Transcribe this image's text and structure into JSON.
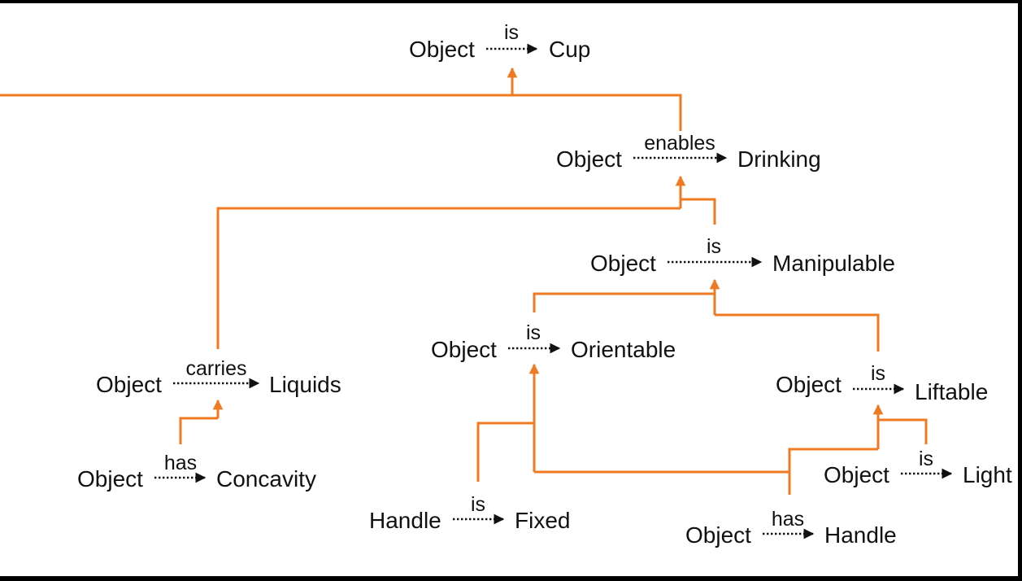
{
  "diagram": {
    "colors": {
      "edge": "#f07a21",
      "text": "#111111",
      "background": "#ffffff"
    },
    "triples": [
      {
        "id": "cup",
        "subject": "Object",
        "relation": "is",
        "object": "Cup"
      },
      {
        "id": "drinking",
        "subject": "Object",
        "relation": "enables",
        "object": "Drinking"
      },
      {
        "id": "manip",
        "subject": "Object",
        "relation": "is",
        "object": "Manipulable"
      },
      {
        "id": "orient",
        "subject": "Object",
        "relation": "is",
        "object": "Orientable"
      },
      {
        "id": "liquids",
        "subject": "Object",
        "relation": "carries",
        "object": "Liquids"
      },
      {
        "id": "liftable",
        "subject": "Object",
        "relation": "is",
        "object": "Liftable"
      },
      {
        "id": "concavity",
        "subject": "Object",
        "relation": "has",
        "object": "Concavity"
      },
      {
        "id": "light",
        "subject": "Object",
        "relation": "is",
        "object": "Light"
      },
      {
        "id": "fixed",
        "subject": "Handle",
        "relation": "is",
        "object": "Fixed"
      },
      {
        "id": "handle",
        "subject": "Object",
        "relation": "has",
        "object": "Handle"
      }
    ],
    "links": [
      {
        "from": [
          "drinking"
        ],
        "to": "cup"
      },
      {
        "from": [
          "liquids",
          "manip"
        ],
        "to": "drinking"
      },
      {
        "from": [
          "orient",
          "liftable"
        ],
        "to": "manip"
      },
      {
        "from": [
          "fixed",
          "handle"
        ],
        "to": "orient"
      },
      {
        "from": [
          "handle",
          "light"
        ],
        "to": "liftable"
      },
      {
        "from": [
          "concavity"
        ],
        "to": "liquids"
      }
    ]
  }
}
